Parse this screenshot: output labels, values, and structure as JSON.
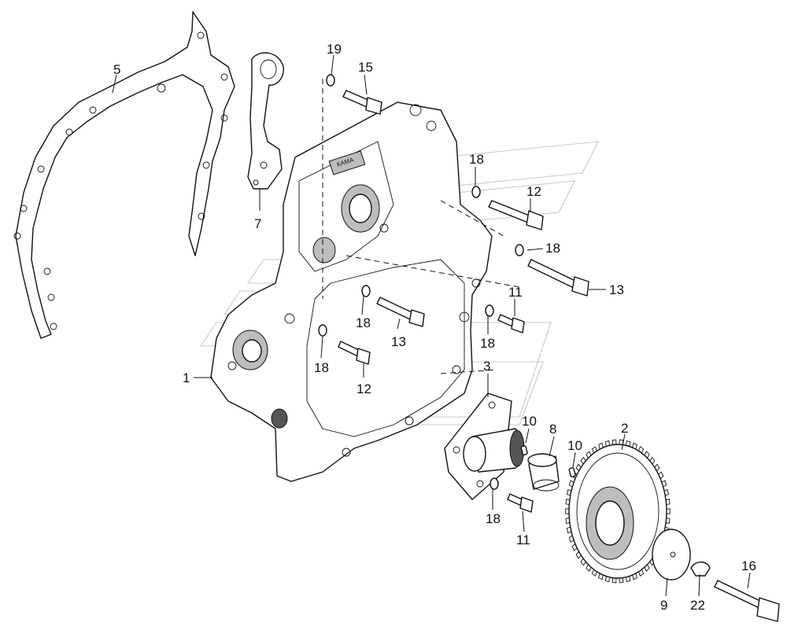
{
  "diagram": {
    "callouts": [
      {
        "id": "c5",
        "text": "5"
      },
      {
        "id": "c7",
        "text": "7"
      },
      {
        "id": "c19",
        "text": "19"
      },
      {
        "id": "c15",
        "text": "15"
      },
      {
        "id": "c18a",
        "text": "18"
      },
      {
        "id": "c12a",
        "text": "12"
      },
      {
        "id": "c18b",
        "text": "18"
      },
      {
        "id": "c13a",
        "text": "13"
      },
      {
        "id": "c11a",
        "text": "11"
      },
      {
        "id": "c18c",
        "text": "18"
      },
      {
        "id": "c13b",
        "text": "13"
      },
      {
        "id": "c18d",
        "text": "18"
      },
      {
        "id": "c18e",
        "text": "18"
      },
      {
        "id": "c12b",
        "text": "12"
      },
      {
        "id": "c1",
        "text": "1"
      },
      {
        "id": "c3",
        "text": "3"
      },
      {
        "id": "c10a",
        "text": "10"
      },
      {
        "id": "c8",
        "text": "8"
      },
      {
        "id": "c2",
        "text": "2"
      },
      {
        "id": "c10b",
        "text": "10"
      },
      {
        "id": "c18f",
        "text": "18"
      },
      {
        "id": "c11b",
        "text": "11"
      },
      {
        "id": "c9",
        "text": "9"
      },
      {
        "id": "c22",
        "text": "22"
      },
      {
        "id": "c16",
        "text": "16"
      }
    ],
    "casting_mark": "КАМА"
  }
}
